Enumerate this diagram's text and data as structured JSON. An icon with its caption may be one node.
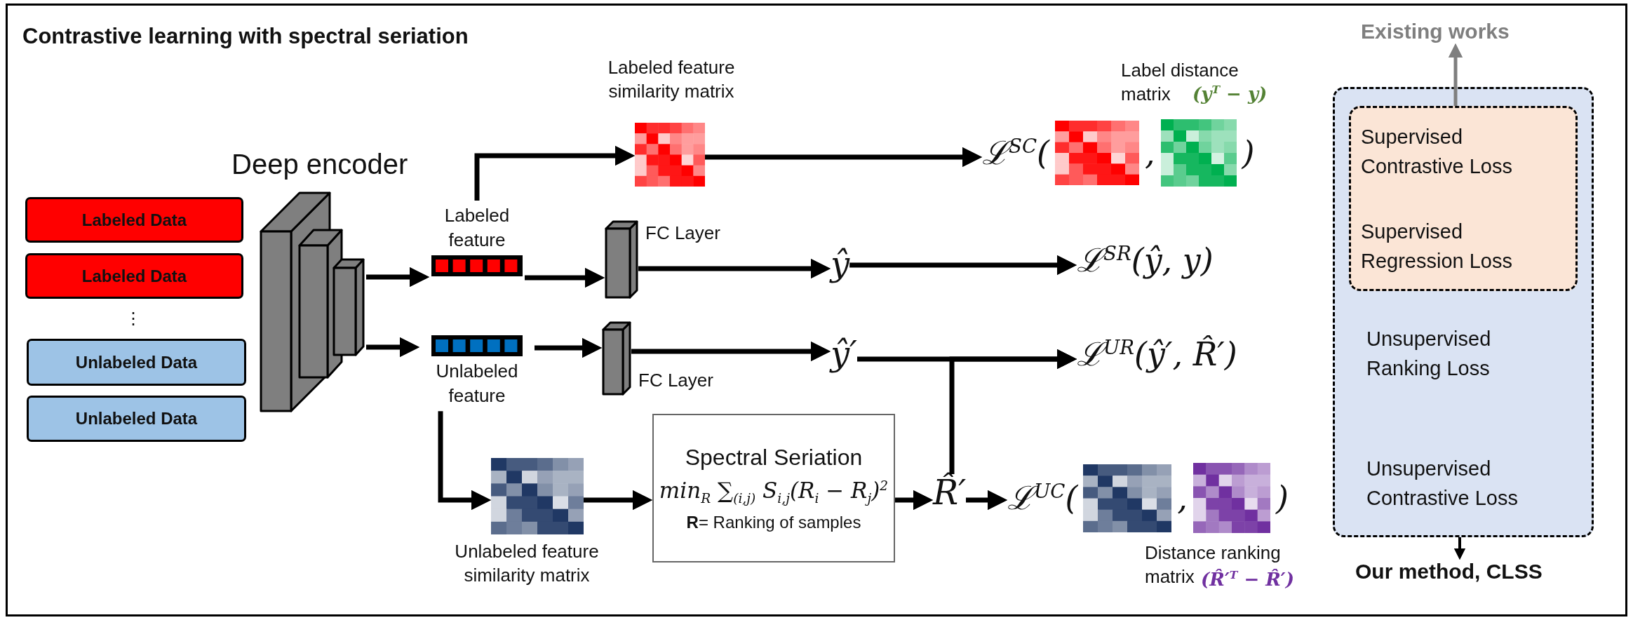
{
  "diagram": {
    "title": "Contrastive learning with spectral seriation",
    "nodes": [
      {
        "text": [
          "Labeled Data"
        ]
      },
      {
        "text": [
          "Labeled Data"
        ]
      },
      {
        "text": [
          "Unlabeled Data"
        ]
      },
      {
        "text": [
          "Unlabeled Data"
        ]
      },
      {
        "text": [],
        "shape": "picture",
        "beside": [
          "Deep encoder"
        ]
      },
      {
        "text": [
          "Labeled feature"
        ]
      },
      {
        "text": [
          "Unlabeled feature"
        ]
      },
      {
        "text": [],
        "shape": "box",
        "beside": [
          "Labeled feature similarity matrix"
        ]
      },
      {
        "text": [],
        "shape": "bar",
        "beside": [
          "FC Layer"
        ]
      },
      {
        "text": [],
        "shape": "bar",
        "beside": [
          "FC Layer"
        ]
      },
      {
        "text": [
          "ŷ"
        ]
      },
      {
        "text": [
          "ŷ′"
        ]
      },
      {
        "text": [],
        "shape": "box",
        "beside": [
          "Unlabeled feature similarity matrix"
        ]
      },
      {
        "text": [
          "Spectral Seriation",
          "min$_{R}$ ∑$_{(i,j)}$ S$_{i,j}$(R$_{i}$ − R$_{j}$)$^{2}$",
          "**R**= Ranking of samples"
        ]
      },
      {
        "text": [
          "R̂′"
        ]
      },
      {
        "text": [
          "ℒ$^{SC}$(",
          ",",
          ")"
        ]
      },
      {
        "text": [],
        "shape": "box",
        "in": 15,
        "beside": [
          "Label distance matrix",
          "(y$^{T}$ − y)"
        ]
      },
      {
        "text": [
          "ℒ$^{SR}$(ŷ, y)"
        ]
      },
      {
        "text": [
          "ℒ$^{UR}$(ŷ′, R̂′)"
        ]
      },
      {
        "text": [
          "ℒ$^{UC}$(",
          ",",
          ")"
        ]
      },
      {
        "text": [],
        "shape": "box",
        "in": 19,
        "beside": [
          "Distance ranking matrix",
          "(R̂′$^{T}$ − R̂′)"
        ]
      },
      {
        "text": [
          "Unsupervised Ranking Loss",
          "Unsupervised Contrastive Loss"
        ]
      },
      {
        "text": [
          "Supervised Contrastive Loss",
          "Supervised Regression Loss"
        ],
        "in": 21
      },
      {
        "text": [
          "Existing works"
        ]
      },
      {
        "text": [
          "Our method, CLSS"
        ]
      }
    ],
    "edges": [
      {
        "from": 4,
        "to": 5,
        "arrow": "to"
      },
      {
        "from": 4,
        "to": 6,
        "arrow": "to"
      },
      {
        "from": 5,
        "to": 7,
        "arrow": "to"
      },
      {
        "from": 5,
        "to": 8,
        "arrow": "to"
      },
      {
        "from": 6,
        "to": 9,
        "arrow": "to"
      },
      {
        "from": 6,
        "to": 12,
        "arrow": "to"
      },
      {
        "from": 7,
        "to": 15,
        "arrow": "to"
      },
      {
        "from": 8,
        "to": 10,
        "arrow": "to"
      },
      {
        "from": 10,
        "to": 17,
        "arrow": "to"
      },
      {
        "from": 9,
        "to": 11,
        "arrow": "to"
      },
      {
        "from": 11,
        "to": 18,
        "arrow": "to"
      },
      {
        "from": 14,
        "to": 18,
        "arrow": "to"
      },
      {
        "from": 12,
        "to": 13,
        "arrow": "to"
      },
      {
        "from": 13,
        "to": 14,
        "arrow": "to"
      },
      {
        "from": 14,
        "to": 19,
        "arrow": "to"
      },
      {
        "from": 22,
        "to": 23,
        "arrow": "to",
        "color": "#7f7f7f"
      },
      {
        "from": 21,
        "to": 24,
        "arrow": "to"
      }
    ],
    "labels": [
      "⋮"
    ]
  }
}
